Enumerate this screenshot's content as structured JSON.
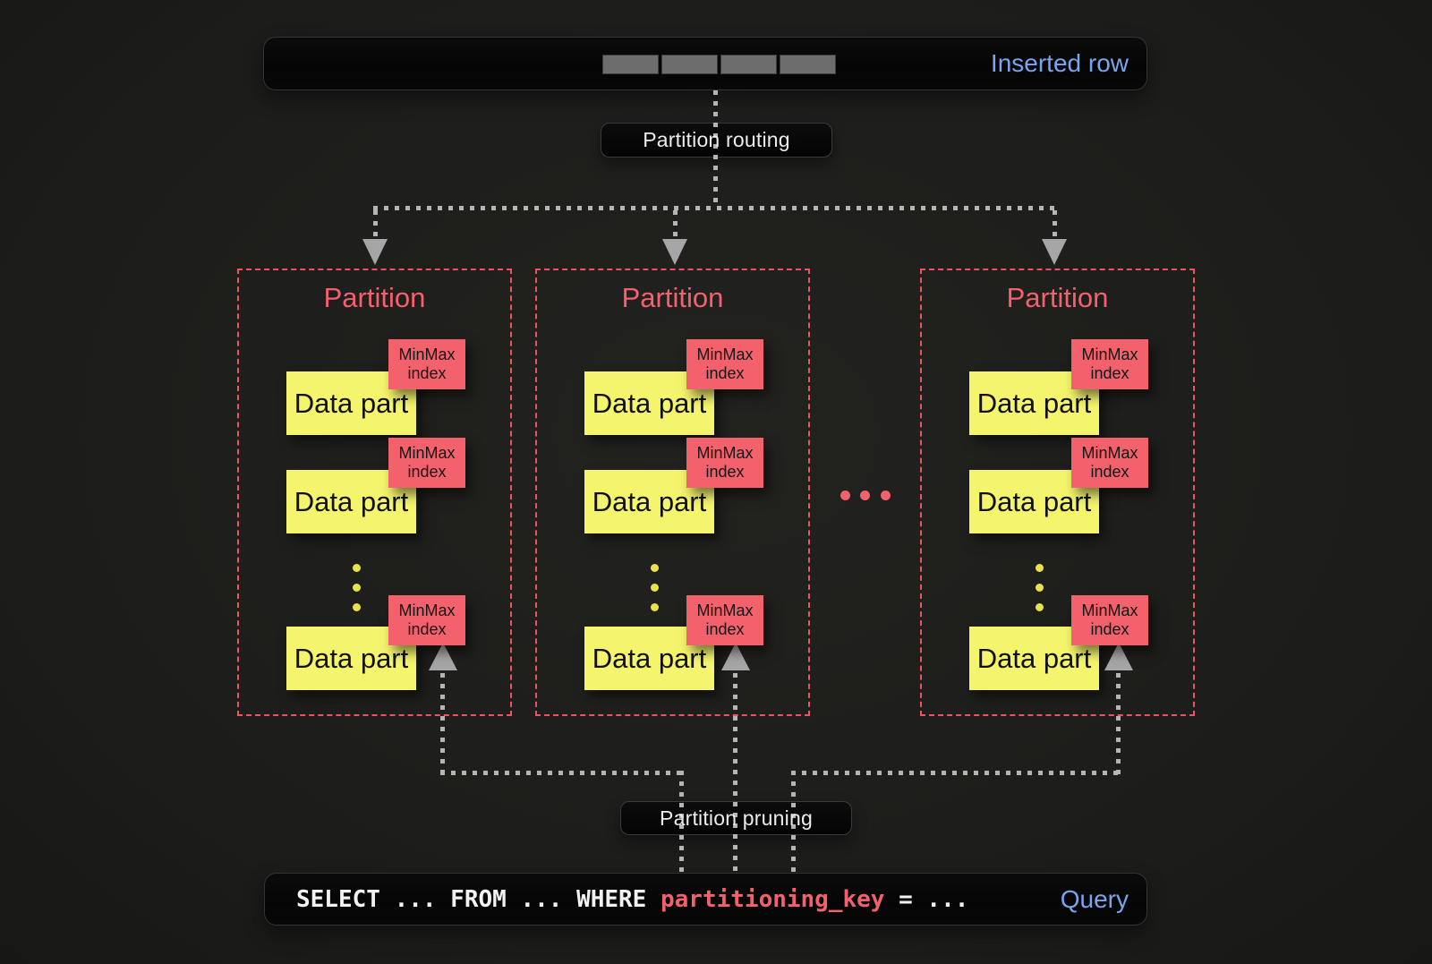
{
  "colors": {
    "page_bg": "#1c1c1a",
    "box_bg": "#060606",
    "accent_blue": "#7aa5ec",
    "accent_red": "#f2616c",
    "yellow": "#f4f46d",
    "line_gray": "#b5b5b5",
    "segment_gray": "#6d6d6d"
  },
  "inserted_row": {
    "label": "Inserted row",
    "segment_count": 4
  },
  "routing": {
    "label": "Partition routing"
  },
  "pruning": {
    "label": "Partition pruning"
  },
  "indicators": {
    "more_partitions": "horizontal-ellipsis-dots",
    "more_parts": "vertical-ellipsis-dots"
  },
  "partitions": [
    {
      "title": "Partition",
      "parts": [
        {
          "label": "Data part",
          "tag": "MinMax\nindex"
        },
        {
          "label": "Data part",
          "tag": "MinMax\nindex"
        },
        {
          "label": "Data part",
          "tag": "MinMax\nindex"
        }
      ]
    },
    {
      "title": "Partition",
      "parts": [
        {
          "label": "Data part",
          "tag": "MinMax\nindex"
        },
        {
          "label": "Data part",
          "tag": "MinMax\nindex"
        },
        {
          "label": "Data part",
          "tag": "MinMax\nindex"
        }
      ]
    },
    {
      "title": "Partition",
      "parts": [
        {
          "label": "Data part",
          "tag": "MinMax\nindex"
        },
        {
          "label": "Data part",
          "tag": "MinMax\nindex"
        },
        {
          "label": "Data part",
          "tag": "MinMax\nindex"
        }
      ]
    }
  ],
  "query": {
    "prefix": "SELECT ... FROM ... WHERE ",
    "key": "partitioning_key",
    "suffix": " = ...",
    "label": "Query"
  }
}
